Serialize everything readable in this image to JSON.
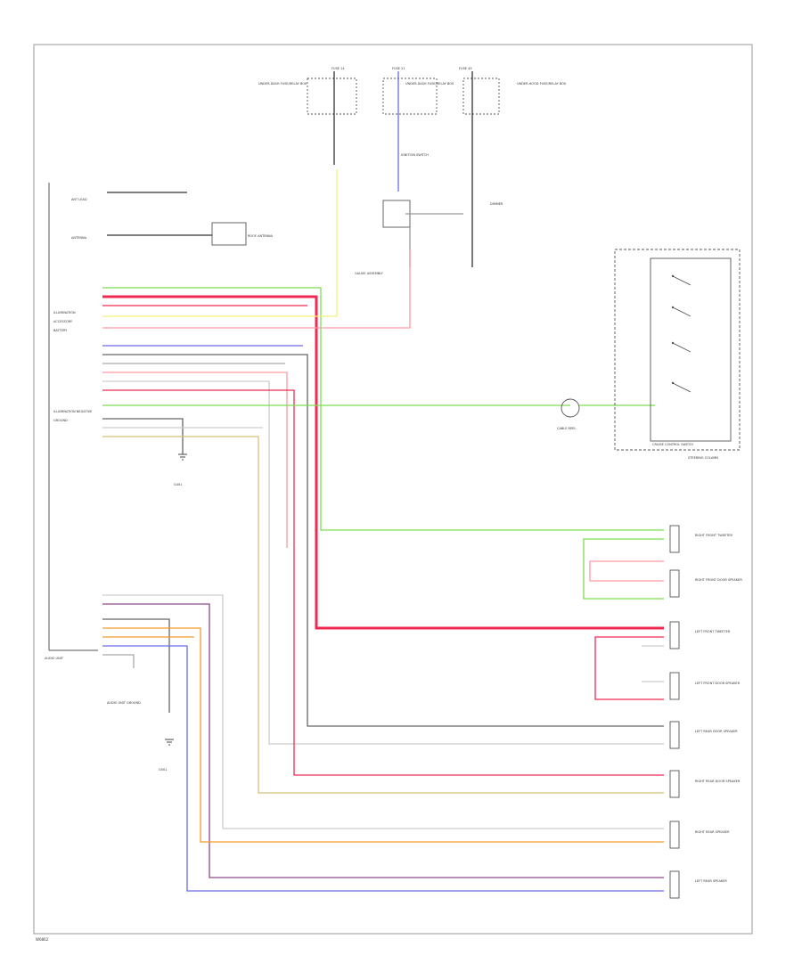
{
  "diagram": {
    "footer_code": "W0802",
    "groups": {
      "steering_column": "STEERING COLUMN",
      "cruise_switch": "CRUISE CONTROL SWITCH",
      "audio_unit": "AUDIO UNIT"
    },
    "components": [
      {
        "id": "fuse_a",
        "label": "UNDER-DASH FUSE/RELAY BOX"
      },
      {
        "id": "fuse_b",
        "label": "UNDER-DASH FUSE/RELAY BOX"
      },
      {
        "id": "fuse_c",
        "label": "UNDER-HOOD FUSE/RELAY BOX"
      },
      {
        "id": "ignition",
        "label": "IGNITION SWITCH"
      },
      {
        "id": "dimmer",
        "label": "DIMMER"
      },
      {
        "id": "gauge",
        "label": "GAUGE ASSEMBLY"
      },
      {
        "id": "antenna",
        "label": "ANTENNA"
      },
      {
        "id": "roof_ant",
        "label": "ROOF ANTENNA"
      },
      {
        "id": "cable_reel",
        "label": "CABLE REEL"
      },
      {
        "id": "rf_tw",
        "label": "RIGHT FRONT TWEETER"
      },
      {
        "id": "rf_spk",
        "label": "RIGHT FRONT DOOR SPEAKER"
      },
      {
        "id": "lf_tw",
        "label": "LEFT FRONT TWEETER"
      },
      {
        "id": "lf_spk",
        "label": "LEFT FRONT DOOR SPEAKER"
      },
      {
        "id": "lr_spk",
        "label": "LEFT REAR DOOR SPEAKER"
      },
      {
        "id": "rr_spk",
        "label": "RIGHT REAR DOOR SPEAKER"
      },
      {
        "id": "rear_r",
        "label": "RIGHT REAR SPEAKER"
      },
      {
        "id": "rear_l",
        "label": "LEFT REAR SPEAKER"
      },
      {
        "id": "g401",
        "label": "G401"
      },
      {
        "id": "g501",
        "label": "G501"
      }
    ],
    "unit_labels": {
      "ill": "ILLUMINATION",
      "acc": "ACCESSORY",
      "bat": "BATTERY",
      "ill_neg": "ILLUMINATION NEGATIVE",
      "ground": "GROUND"
    },
    "wire_colors": {
      "green": "#7dde52",
      "red": "#f02a52",
      "yellow": "#f2f27a",
      "pink": "#ff9aa2",
      "blue": "#6b6be8",
      "orange": "#f39a2c",
      "tan": "#d8c078",
      "purple": "#8a4a8a",
      "black": "#666666",
      "white": "#cccccc",
      "grey": "#aaaaaa"
    }
  }
}
